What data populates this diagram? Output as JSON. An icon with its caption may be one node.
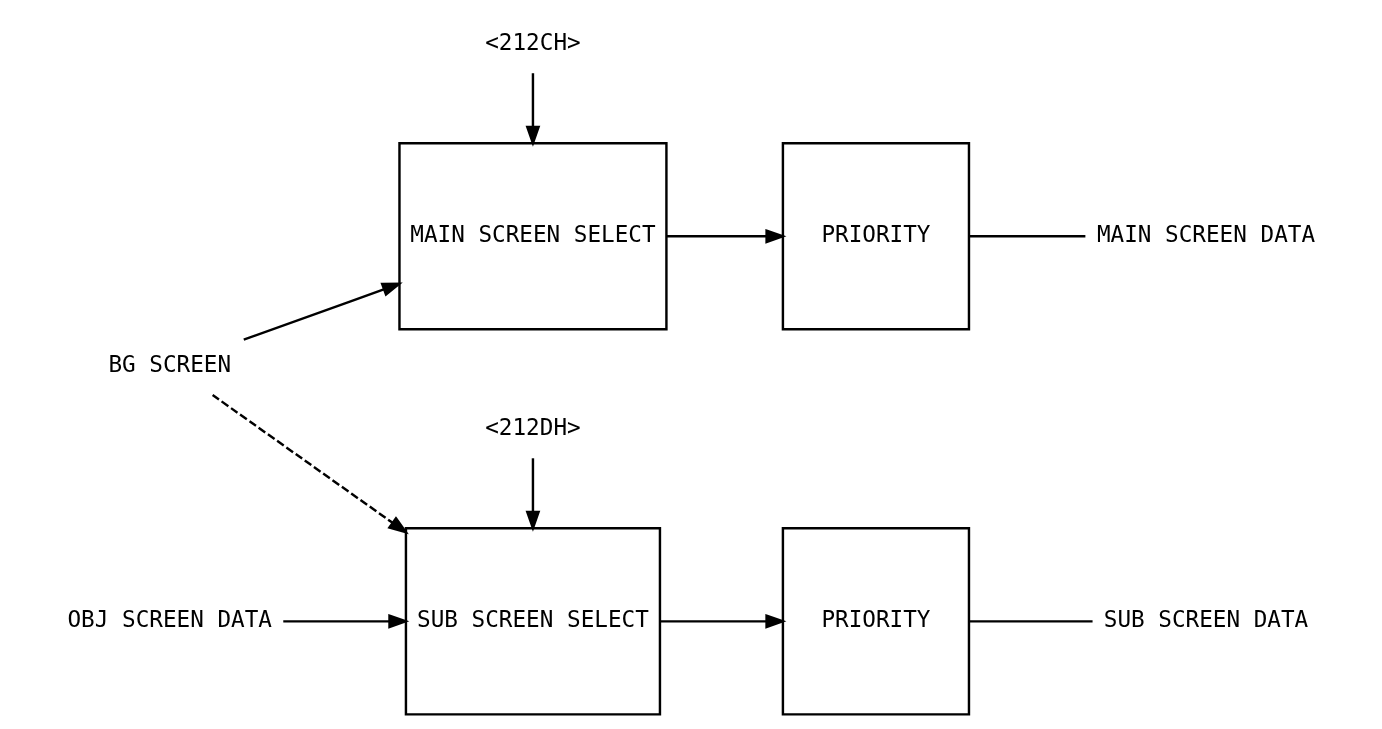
{
  "diagram": {
    "nodes": [
      {
        "text": [
          "<212CH>"
        ]
      },
      {
        "text": [
          "BG SCREEN"
        ]
      },
      {
        "text": [
          "OBJ SCREEN DATA"
        ]
      },
      {
        "text": [
          "MAIN SCREEN SELECT"
        ]
      },
      {
        "text": [
          "PRIORITY"
        ]
      },
      {
        "text": [
          "MAIN SCREEN DATA"
        ]
      },
      {
        "text": [
          "SUB SCREEN SELECT"
        ]
      },
      {
        "text": [
          "PRIORITY"
        ]
      },
      {
        "text": [
          "SUB SCREEN DATA"
        ]
      },
      {
        "text": [
          "<212DH>"
        ]
      }
    ],
    "edges": [
      {
        "from": 0,
        "to": 3,
        "arrow": "to"
      },
      {
        "from": 1,
        "to": 3,
        "arrow": "to"
      },
      {
        "from": 1,
        "to": 6,
        "arrow": "to",
        "style": "dashed"
      },
      {
        "from": 2,
        "to": 6,
        "arrow": "to"
      },
      {
        "from": 3,
        "to": 4,
        "arrow": "to"
      },
      {
        "from": 6,
        "to": 7,
        "arrow": "to"
      },
      {
        "from": 4,
        "to": 5,
        "arrow": "none"
      },
      {
        "from": 7,
        "to": 8,
        "arrow": "none"
      },
      {
        "from": 9,
        "to": 6,
        "arrow": "to"
      }
    ]
  }
}
